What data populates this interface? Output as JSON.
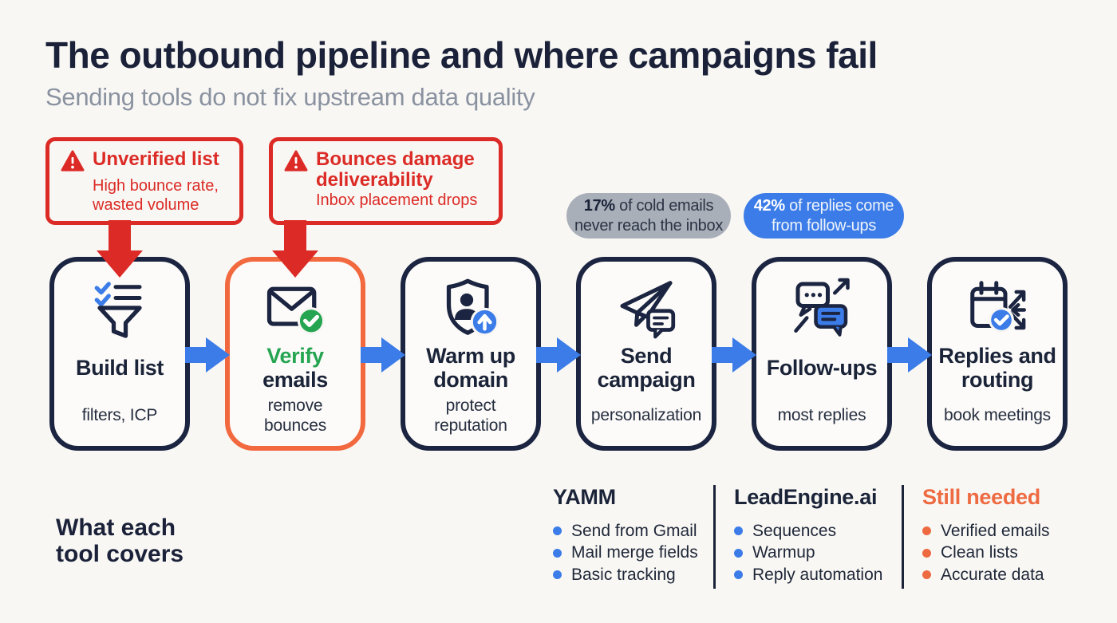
{
  "header": {
    "title": "The outbound pipeline and where campaigns fail",
    "subtitle": "Sending tools do not fix upstream data quality"
  },
  "warnings": [
    {
      "icon": "warning-triangle-icon",
      "title": "Unverified list",
      "line1": "High bounce rate,",
      "line2": "wasted volume"
    },
    {
      "icon": "warning-triangle-icon",
      "title": "Bounces damage deliverability",
      "line1": "Inbox placement drops"
    }
  ],
  "stats": [
    {
      "value": "17%",
      "line1_rest": " of cold emails",
      "line2": "never reach the inbox"
    },
    {
      "value": "42%",
      "line1_rest": " of replies come",
      "line2": "from follow-ups"
    }
  ],
  "pipeline": {
    "stages": [
      {
        "icon": "funnel-checklist-icon",
        "title": "Build list",
        "subtitle": "filters, ICP"
      },
      {
        "icon": "envelope-check-icon",
        "title_accent": "Verify",
        "title_rest": "emails",
        "subtitle": "remove bounces"
      },
      {
        "icon": "shield-person-up-icon",
        "title": "Warm up domain",
        "subtitle": "protect reputation"
      },
      {
        "icon": "paper-plane-message-icon",
        "title": "Send campaign",
        "subtitle": "personalization"
      },
      {
        "icon": "chat-bubbles-arrow-icon",
        "title": "Follow-ups",
        "subtitle": "most replies"
      },
      {
        "icon": "calendar-routing-icon",
        "title": "Replies and routing",
        "subtitle": "book meetings"
      }
    ]
  },
  "tools": {
    "label_line1": "What each",
    "label_line2": "tool covers",
    "columns": [
      {
        "name": "YAMM",
        "items": [
          "Send from Gmail",
          "Mail merge fields",
          "Basic tracking"
        ]
      },
      {
        "name": "LeadEngine.ai",
        "items": [
          "Sequences",
          "Warmup",
          "Reply automation"
        ]
      },
      {
        "name": "Still needed",
        "items": [
          "Verified emails",
          "Clean lists",
          "Accurate data"
        ]
      }
    ]
  },
  "colors": {
    "background": "#f8f7f4",
    "navy": "#1b2440",
    "red": "#dc2b26",
    "orange": "#ee6a41",
    "blue": "#3b7ce8",
    "green": "#25a551",
    "gray_pill": "#a9afb9",
    "subtitle_gray": "#8a92a0"
  }
}
